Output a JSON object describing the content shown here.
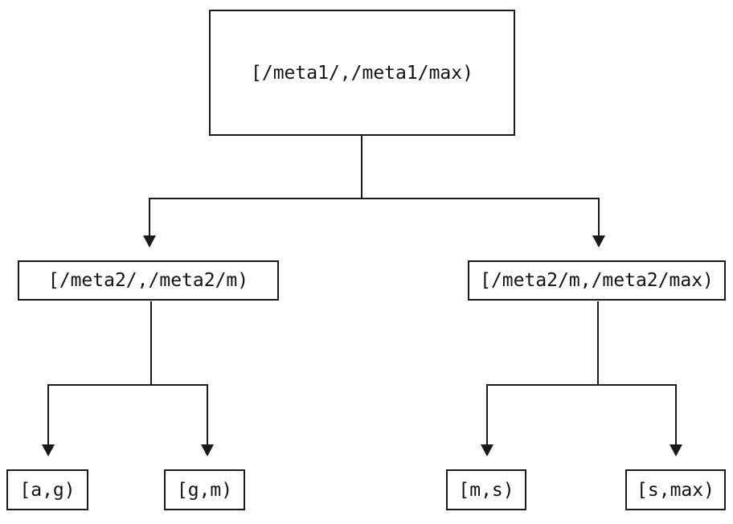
{
  "diagram": {
    "type": "tree",
    "colors": {
      "stroke": "#1a1a1a",
      "background": "#ffffff",
      "text": "#111111"
    },
    "nodes": {
      "root": {
        "label": "[/meta1/,/meta1/max)"
      },
      "left": {
        "label": "[/meta2/,/meta2/m)"
      },
      "right": {
        "label": "[/meta2/m,/meta2/max)"
      },
      "leaf_ag": {
        "label": "[a,g)"
      },
      "leaf_gm": {
        "label": "[g,m)"
      },
      "leaf_ms": {
        "label": "[m,s)"
      },
      "leaf_smax": {
        "label": "[s,max)"
      }
    },
    "edges": [
      {
        "from": "root",
        "to": "left"
      },
      {
        "from": "root",
        "to": "right"
      },
      {
        "from": "left",
        "to": "leaf_ag"
      },
      {
        "from": "left",
        "to": "leaf_gm"
      },
      {
        "from": "right",
        "to": "leaf_ms"
      },
      {
        "from": "right",
        "to": "leaf_smax"
      }
    ]
  }
}
